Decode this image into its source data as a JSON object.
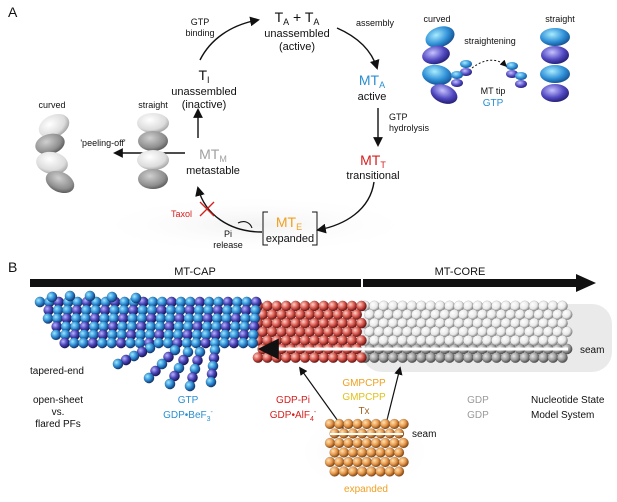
{
  "colors": {
    "black": "#111111",
    "blue": "#2a8fd1",
    "red": "#d4201f",
    "orange": "#f0a020",
    "gray": "#9a9a9a",
    "gmpcpp_yellow": "#e0c21a",
    "tx_brown": "#a0601e"
  },
  "panel_a": {
    "label": "A",
    "state_top_main": "T",
    "state_top_sub1": "A",
    "state_top_plus": " + T",
    "state_top_sub2": "A",
    "state_top_line1": "unassembled",
    "state_top_line2": "(active)",
    "state_a_main": "MT",
    "state_a_sub": "A",
    "state_a_desc": "active",
    "state_t_main": "MT",
    "state_t_sub": "T",
    "state_t_desc": "transitional",
    "state_e_main": "MT",
    "state_e_sub": "E",
    "state_e_desc": "expanded",
    "state_m_main": "MT",
    "state_m_sub": "M",
    "state_m_desc": "metastable",
    "state_i_main": "T",
    "state_i_sub": "I",
    "state_i_line1": "unassembled",
    "state_i_line2": "(inactive)",
    "gtp_binding_1": "GTP",
    "gtp_binding_2": "binding",
    "assembly": "assembly",
    "hydrolysis_1": "GTP",
    "hydrolysis_2": "hydrolysis",
    "pi_release_1": "Pi",
    "pi_release_2": "release",
    "taxol": "Taxol",
    "peeling_off": "'peeling-off'",
    "left_curved": "curved",
    "left_straight": "straight",
    "right_curved": "curved",
    "right_straight": "straight",
    "straightening": "straightening",
    "mt_tip": "MT tip",
    "gtp_tip": "GTP"
  },
  "panel_b": {
    "label": "B",
    "mt_cap": "MT-CAP",
    "mt_core": "MT-CORE",
    "tapered_end": "tapered-end",
    "open_sheet": "open-sheet",
    "vs": "vs.",
    "flared": "flared PFs",
    "seam_main": "seam",
    "seam_expanded": "seam",
    "expanded": "expanded",
    "blue_state": "GTP",
    "blue_model_main": "GDP•BeF",
    "blue_model_sub": "3",
    "blue_model_sup": "-",
    "red_state": "GDP-Pi",
    "red_model_main": "GDP•AlF",
    "red_model_sub": "4",
    "red_model_sup": "-",
    "gmpcpp_1": "GMPCPP",
    "gmpcpp_2": "GMPCPP",
    "tx": "Tx",
    "gray_state": "GDP",
    "gray_model": "GDP",
    "nucleotide_state": "Nucleotide State",
    "model_system": "Model System"
  }
}
